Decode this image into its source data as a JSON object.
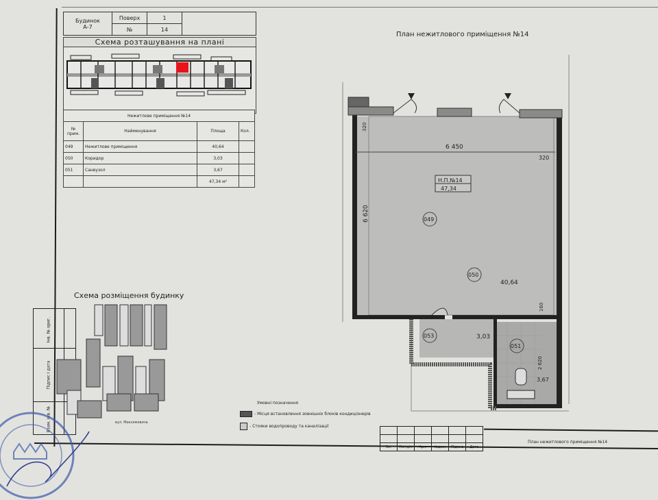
{
  "header": {
    "building_label": "Будинок",
    "building_value": "А-7",
    "floor_label": "Поверх",
    "floor_value": "1",
    "number_label": "№",
    "number_value": "14"
  },
  "location_scheme": {
    "title": "Схема розташування на плані"
  },
  "room_table": {
    "title": "Нежитлове приміщення №14",
    "columns": [
      "№ прим.",
      "Найменування",
      "Площа",
      "Кол."
    ],
    "rows": [
      {
        "num": "049",
        "name": "Нежитлове приміщення",
        "area": "40,64"
      },
      {
        "num": "050",
        "name": "Коридор",
        "area": "3,03"
      },
      {
        "num": "051",
        "name": "Санвузол",
        "area": "3,67"
      }
    ],
    "total": "47,34 м²"
  },
  "building_scheme": {
    "title": "Схема розміщення будинку",
    "street": "вул. Максимовича"
  },
  "side_stamp": [
    "Взам. інв. №",
    "Підпис і дата",
    "Інв. № ориг."
  ],
  "plan": {
    "title": "План нежитлового приміщення №14",
    "unit_label": "Н.П.№14",
    "unit_area": "47,34",
    "dim_width": "6 450",
    "dim_height": "6 620",
    "dim_320_top": "320",
    "dim_320_right": "320",
    "dim_160": "160",
    "dim_bath": "2 620",
    "room_049": "049",
    "room_050": "050",
    "room_051": "051",
    "room_053": "053",
    "area_main": "40,64",
    "area_corridor": "3,03",
    "area_bath": "3,67"
  },
  "legend": {
    "title": "Умовні позначення",
    "items": [
      "- Місця встановлення зовнішніх блоків кондиціонерів",
      "- Стояки водопроводу та каналізації"
    ]
  },
  "title_block": {
    "columns": [
      "Зм.",
      "Кол.діл",
      "Арк.",
      "№док.",
      "Підпис",
      "Дата"
    ],
    "title": "План нежитлового приміщення №14"
  },
  "colors": {
    "highlight": "#e8141c",
    "stamp": "#3a5aa8"
  }
}
